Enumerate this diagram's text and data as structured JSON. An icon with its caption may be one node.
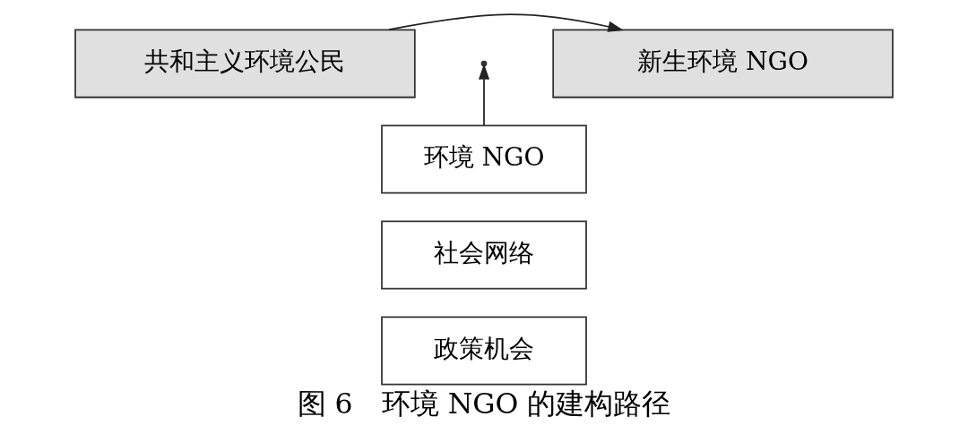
{
  "diagram": {
    "caption": "图 6　环境 NGO 的建构路径",
    "nodes": [
      {
        "text": [
          "共和主义环境公民"
        ]
      },
      {
        "text": [
          "新生环境 NGO"
        ]
      },
      {
        "text": [
          "环境 NGO"
        ]
      },
      {
        "text": [
          "社会网络"
        ]
      },
      {
        "text": [
          "政策机会"
        ]
      }
    ],
    "edges": [
      {
        "from": 0,
        "to": 1,
        "arrow": "to"
      },
      {
        "from": 2,
        "to": null,
        "arrow": "to"
      }
    ]
  }
}
